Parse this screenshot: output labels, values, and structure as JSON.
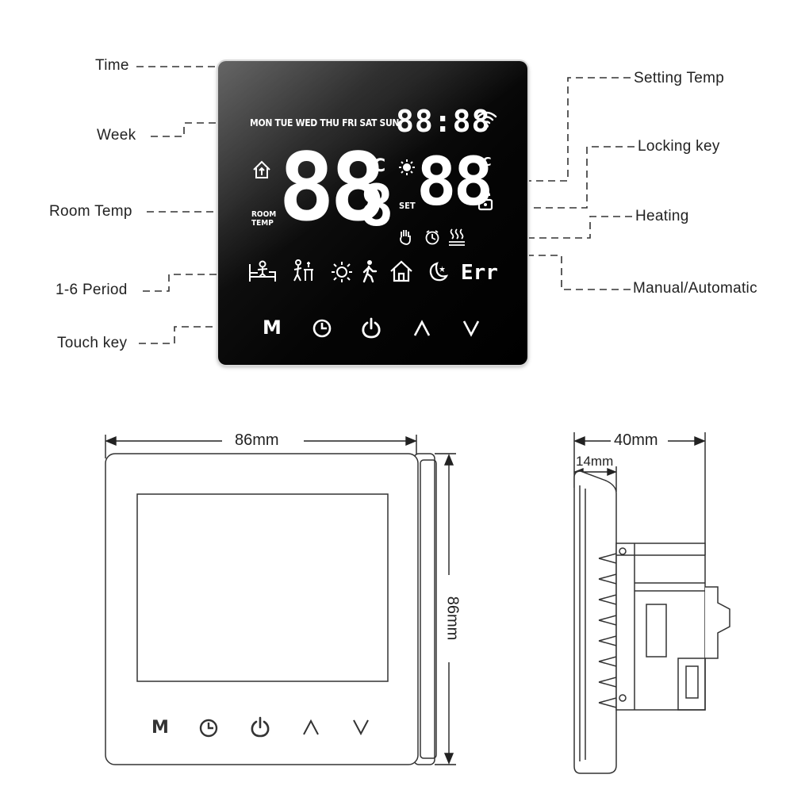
{
  "callouts": {
    "time": "Time",
    "week": "Week",
    "room_temp": "Room Temp",
    "period": "1-6 Period",
    "touch_key": "Touch key",
    "setting_temp": "Setting Temp",
    "locking_key": "Locking key",
    "heating": "Heating",
    "manual_auto": "Manual/Automatic"
  },
  "display": {
    "weekdays": "MON TUE WED THU FRI SAT SUN",
    "clock": "88:88",
    "room_digits": "88",
    "room_decimal": "8",
    "unit": "°C",
    "set_digits": "88",
    "set_label": "SET",
    "room_label_1": "ROOM",
    "room_label_2": "TEMP",
    "err": "Err"
  },
  "keys": {
    "mode": "M",
    "clock": "◷",
    "power": "⏻",
    "up": "∧",
    "down": "∨"
  },
  "dimensions": {
    "width": "86mm",
    "height": "86mm",
    "depth": "40mm",
    "front_depth": "14mm"
  }
}
